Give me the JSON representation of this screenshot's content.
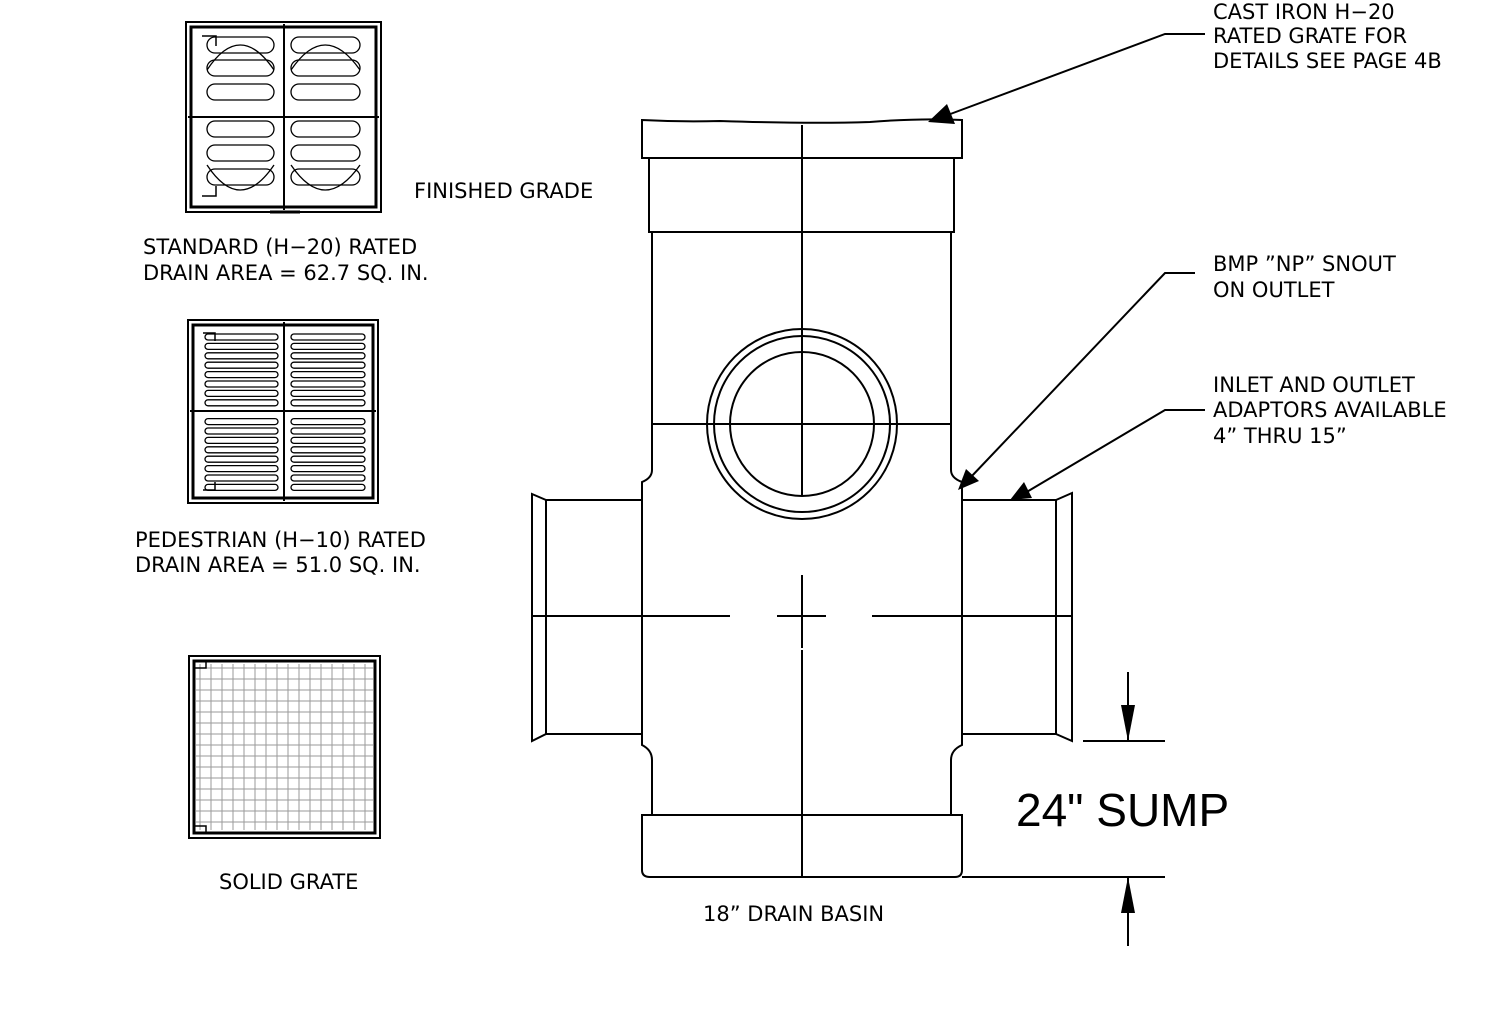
{
  "labels": {
    "grate_callout": [
      "CAST IRON H−20",
      "RATED GRATE FOR",
      "DETAILS SEE PAGE 4B"
    ],
    "finished_grade": "FINISHED GRADE",
    "standard_grate": [
      "STANDARD (H−20) RATED",
      "DRAIN AREA = 62.7 SQ. IN."
    ],
    "snout_callout": [
      "BMP ”NP” SNOUT",
      "ON OUTLET"
    ],
    "adaptors_callout": [
      "INLET AND OUTLET",
      "ADAPTORS AVAILABLE",
      "4” THRU 15”"
    ],
    "pedestrian_grate": [
      "PEDESTRIAN (H−10) RATED",
      "DRAIN AREA = 51.0 SQ. IN."
    ],
    "solid_grate": "SOLID GRATE",
    "sump": "24\" SUMP",
    "basin": "18” DRAIN BASIN"
  }
}
